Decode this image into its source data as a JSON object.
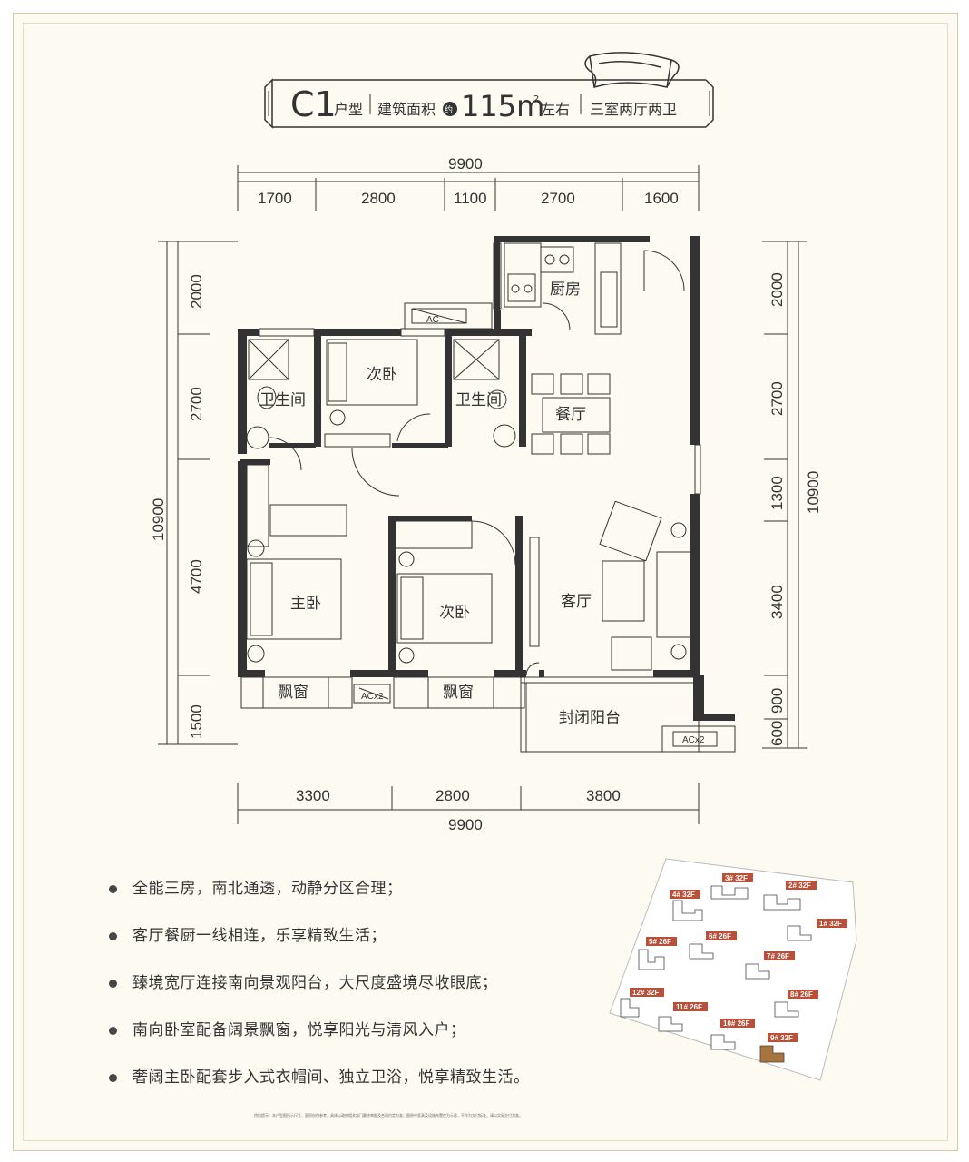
{
  "header": {
    "unit_code": "C1",
    "unit_suffix": "户型",
    "area_label": "建筑面积",
    "approx": "约",
    "area_value": "115m",
    "area_sup": "2",
    "area_suffix": "左右",
    "layout": "三室两厅两卫"
  },
  "dimensions": {
    "top_total": "9900",
    "top_segments": [
      "1700",
      "2800",
      "1100",
      "2700",
      "1600"
    ],
    "bottom_total": "9900",
    "bottom_segments": [
      "3300",
      "2800",
      "3800"
    ],
    "left_total": "10900",
    "left_segments": [
      "2000",
      "2700",
      "4700",
      "1500"
    ],
    "right_total": "10900",
    "right_segments": [
      "2000",
      "2700",
      "1300",
      "3400",
      "900",
      "600"
    ]
  },
  "rooms": {
    "kitchen": "厨房",
    "bath_left": "卫生间",
    "bedroom_top": "次卧",
    "bath_right": "卫生间",
    "dining": "餐厅",
    "master": "主卧",
    "bedroom_south": "次卧",
    "living": "客厅",
    "bay_left": "飘窗",
    "bay_right": "飘窗",
    "balcony": "封闭阳台",
    "ac_top": "AC",
    "ac_mid": "ACx2",
    "ac_right": "ACx2"
  },
  "features": [
    "全能三房，南北通透，动静分区合理；",
    "客厅餐厨一线相连，乐享精致生活；",
    "臻境宽厅连接南向景观阳台，大尺度盛境尽收眼底；",
    "南向卧室配备阔景飘窗，悦享阳光与清风入户；",
    "奢阔主卧配套步入式衣帽间、独立卫浴，悦享精致生活。"
  ],
  "site_map": {
    "buildings": [
      "3# 32F",
      "2# 32F",
      "4# 32F",
      "1# 32F",
      "5# 26F",
      "6# 26F",
      "7# 26F",
      "12# 32F",
      "8# 26F",
      "11# 26F",
      "10# 26F",
      "9# 32F"
    ],
    "highlight": "9# 32F"
  },
  "colors": {
    "accent": "#b9503a",
    "wall": "#333333",
    "highlight_building": "#a9743c",
    "background": "#fdfbf1"
  },
  "disclaimer": "特别提示：本户型图所示尺寸、面积仅供参考，具体以政府相关部门最终审批及合同约定为准；图例中家具及设施布置仅为示意，不作为交付标准，请以实际交付为准。"
}
